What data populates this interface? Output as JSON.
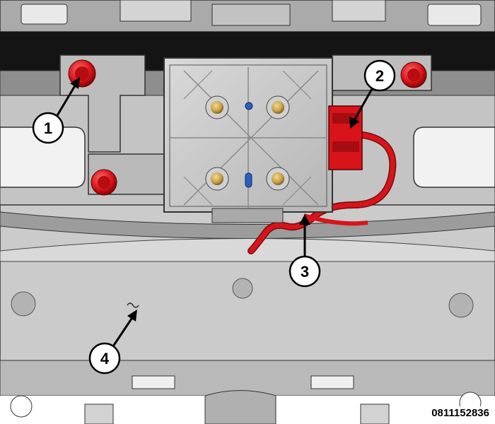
{
  "figure": {
    "id": "0811152836"
  },
  "callouts": [
    {
      "label": "1",
      "target": "mounting-nut"
    },
    {
      "label": "2",
      "target": "wire-harness-connector"
    },
    {
      "label": "3",
      "target": "module"
    },
    {
      "label": "4",
      "target": "bracket"
    }
  ],
  "colors": {
    "background": "#ffffff",
    "panel": "#c9c9c9",
    "panel_dark": "#9a9a9a",
    "panel_light": "#e2e2e2",
    "outline": "#3a3a3a",
    "accent_red": "#d8141a",
    "brass": "#c9a24a",
    "stud_blue": "#2a5fc0"
  }
}
